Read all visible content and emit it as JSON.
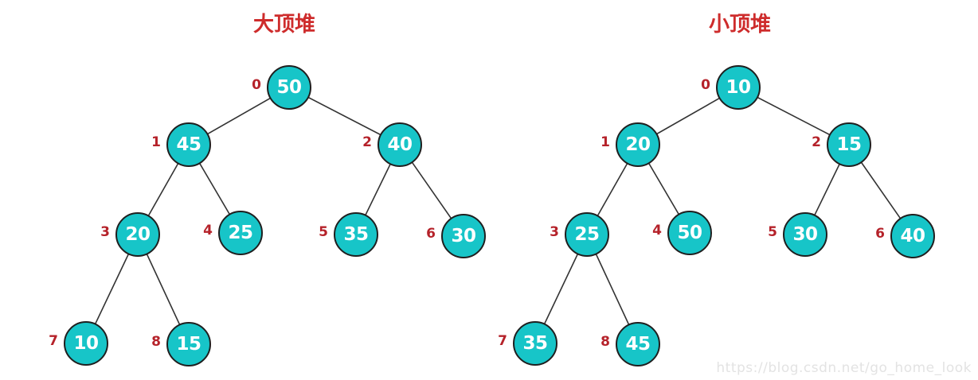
{
  "trees": [
    {
      "title": "大顶堆",
      "nodes": [
        {
          "index": "0",
          "value": "50"
        },
        {
          "index": "1",
          "value": "45"
        },
        {
          "index": "2",
          "value": "40"
        },
        {
          "index": "3",
          "value": "20"
        },
        {
          "index": "4",
          "value": "25"
        },
        {
          "index": "5",
          "value": "35"
        },
        {
          "index": "6",
          "value": "30"
        },
        {
          "index": "7",
          "value": "10"
        },
        {
          "index": "8",
          "value": "15"
        }
      ],
      "edges": [
        [
          0,
          1
        ],
        [
          0,
          2
        ],
        [
          1,
          3
        ],
        [
          1,
          4
        ],
        [
          2,
          5
        ],
        [
          2,
          6
        ],
        [
          3,
          7
        ],
        [
          3,
          8
        ]
      ]
    },
    {
      "title": "小顶堆",
      "nodes": [
        {
          "index": "0",
          "value": "10"
        },
        {
          "index": "1",
          "value": "20"
        },
        {
          "index": "2",
          "value": "15"
        },
        {
          "index": "3",
          "value": "25"
        },
        {
          "index": "4",
          "value": "50"
        },
        {
          "index": "5",
          "value": "30"
        },
        {
          "index": "6",
          "value": "40"
        },
        {
          "index": "7",
          "value": "35"
        },
        {
          "index": "8",
          "value": "45"
        }
      ],
      "edges": [
        [
          0,
          1
        ],
        [
          0,
          2
        ],
        [
          1,
          3
        ],
        [
          1,
          4
        ],
        [
          2,
          5
        ],
        [
          2,
          6
        ],
        [
          3,
          7
        ],
        [
          3,
          8
        ]
      ]
    }
  ],
  "watermark": "https://blog.csdn.net/go_home_look",
  "colors": {
    "node_fill": "#17c5c8",
    "node_border": "#1f1f1f",
    "node_text": "#ffffff",
    "title_color": "#ce2c2c",
    "index_color": "#b5222a",
    "edge_color": "#333333",
    "watermark_color": "#e3e3e3"
  }
}
